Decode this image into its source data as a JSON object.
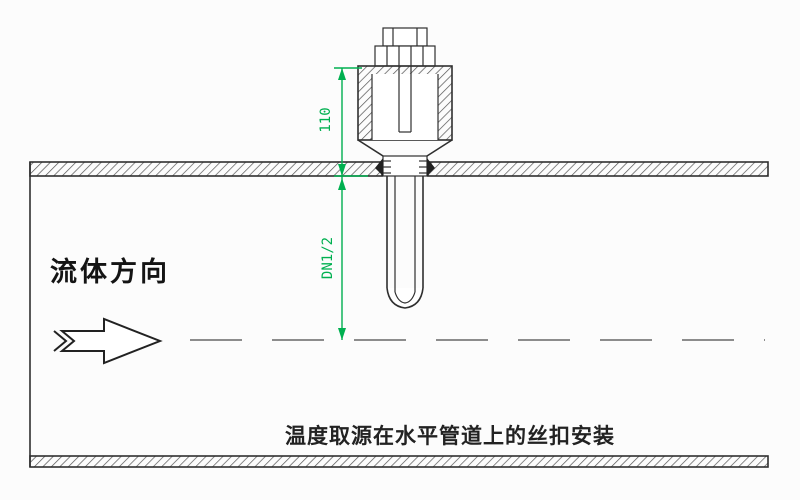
{
  "diagram": {
    "caption": "温度取源在水平管道上的丝扣安装",
    "fluid_direction_label": "流体方向",
    "dimensions": {
      "insertion_depth": "110",
      "nominal_diameter": "DN1/2"
    },
    "colors": {
      "dimension": "#00b050",
      "line": "#2f2f2f"
    }
  }
}
